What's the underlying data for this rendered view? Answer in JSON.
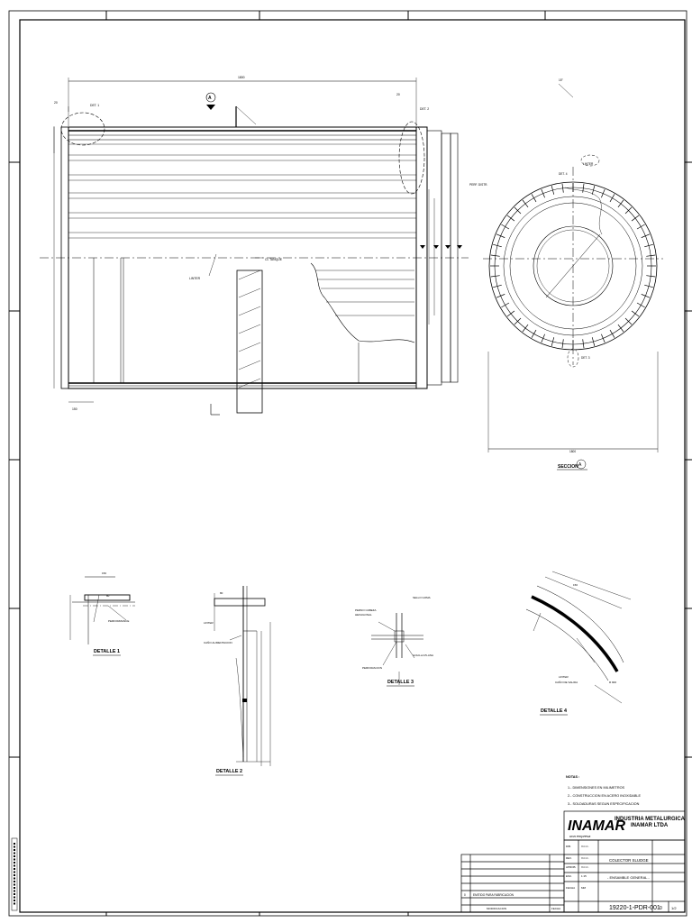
{
  "title_block": {
    "company_line1": "INDUSTRIA METALURGICA",
    "company_line2": "INAMAR LTDA",
    "logo_word": "INAMAR",
    "logo_tagline": "una empresa",
    "title_main": "COLECTOR SLUDGE",
    "title_sub": "- ENSAMBLE GENERAL -",
    "drawing_number": "19220-1-PDR-001",
    "revision": "0",
    "sheet_code": "1/2",
    "field_labels": [
      "DIB.",
      "REV.",
      "APROB.",
      "ESC.",
      "FECHA"
    ],
    "field_values": [
      "V.C.C.",
      "V.C.C.",
      "V.C.C.",
      "1:15",
      "MM"
    ],
    "revision_row": [
      "0",
      "EMITIDO PARA FABRICACION"
    ],
    "footer_labels": [
      "MODIFICACION",
      "FECHA"
    ]
  },
  "notes": {
    "heading": "NOTAS :",
    "lines": [
      "1.- DIMENSIONES EN MILIMETROS",
      "2.- CONSTRUCCION EN ACERO INOXIDABLE",
      "3.- SOLDADURAS SEGUN ESPECIFICACION"
    ]
  },
  "views": {
    "section_label": "A",
    "detail_labels": [
      "DETALLE 1",
      "DETALLE 2",
      "DETALLE 3",
      "DETALLE 4"
    ],
    "callouts": [
      "DET. 1",
      "DET. 2",
      "DET. 3",
      "DET. 4"
    ]
  },
  "colors": {
    "line": "#000000",
    "logo": "#1a3a8a",
    "paper": "#ffffff"
  }
}
